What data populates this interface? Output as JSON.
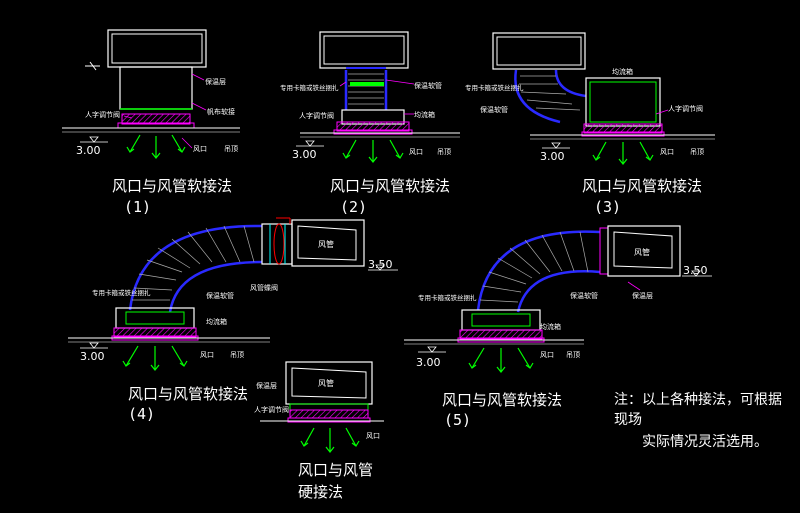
{
  "labels": {
    "insulation": "保温层",
    "canvas_joint": "帆布软接",
    "damper": "人字调节阀",
    "outlet": "风口",
    "ceiling": "吊顶",
    "clamp_tie": "专用卡箍或铁丝捆扎",
    "insulated_hose": "保温软管",
    "plenum": "均流箱",
    "duct": "风管",
    "butterfly_valve": "风管蝶阀"
  },
  "levels": {
    "l300": "3.00",
    "l350": "3.50"
  },
  "captions": {
    "soft": "风口与风管软接法",
    "hard_line1": "风口与风管",
    "hard_line2": "硬接法",
    "n1": "(1)",
    "n2": "(2)",
    "n3": "(3)",
    "n4": "(4)",
    "n5": "(5)"
  },
  "note": {
    "line1": "注：以上各种接法，可根据",
    "line2": "现场",
    "line3": "实际情况灵活选用。"
  },
  "colors": {
    "white": "#ffffff",
    "magenta": "#ff00ff",
    "green": "#00ff00",
    "blue": "#2a2aff",
    "cyan": "#00ffff",
    "red": "#ff0000"
  }
}
